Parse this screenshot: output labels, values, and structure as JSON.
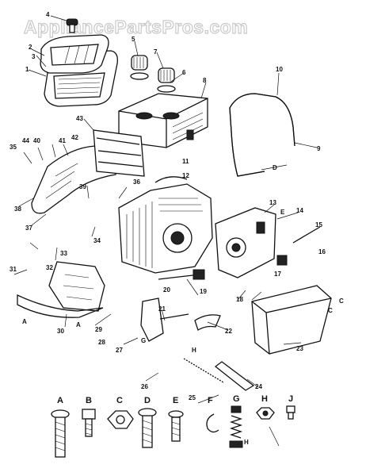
{
  "watermark": "AppliancePartsPros.com",
  "callouts": [
    "1",
    "2",
    "3",
    "4",
    "5",
    "6",
    "7",
    "8",
    "9",
    "10",
    "11",
    "12",
    "13",
    "14",
    "15",
    "16",
    "17",
    "18",
    "19",
    "20",
    "21",
    "22",
    "23",
    "24",
    "25",
    "26",
    "27",
    "28",
    "29",
    "30",
    "31",
    "32",
    "33",
    "34",
    "35",
    "36",
    "37",
    "38",
    "39",
    "40",
    "41",
    "42",
    "43",
    "44"
  ],
  "hardware_letters": [
    "A",
    "B",
    "C",
    "D",
    "E",
    "F",
    "G",
    "H",
    "J"
  ],
  "misc_labels": {
    "a_left": "A",
    "a_arrow": "A",
    "c_right": "C",
    "c_right2": "C",
    "e_small": "E",
    "h_small": "H",
    "h_bottom": "H",
    "g_small": "G",
    "d_small": "D"
  }
}
